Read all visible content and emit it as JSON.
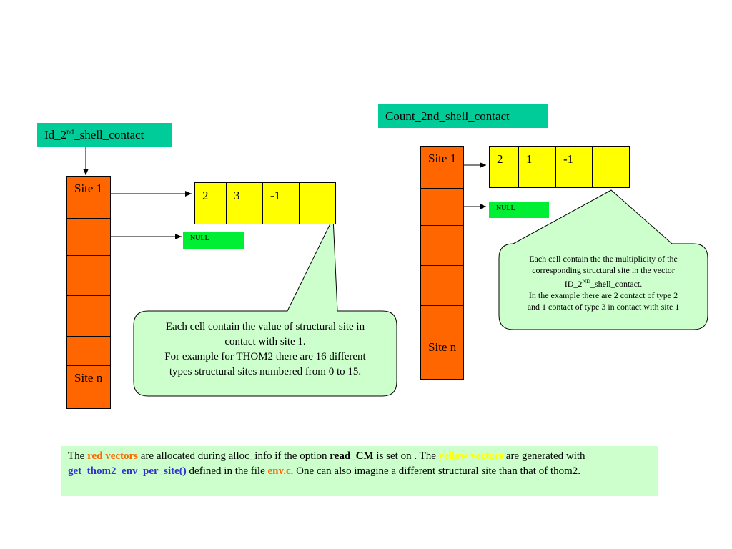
{
  "left": {
    "label_prefix": "Id_2",
    "label_sup": "nd",
    "label_suffix": "_shell_contact",
    "red_cells": [
      "Site 1",
      "",
      "",
      "",
      "",
      "Site n"
    ],
    "yellow_cells": [
      "2",
      "3",
      "-1",
      ""
    ],
    "null_label": "NULL",
    "callout_lines": [
      "Each cell contain the value of structural site in",
      "contact with site 1.",
      "For example for THOM2 there are 16 different",
      "types structural sites  numbered from 0 to 15."
    ]
  },
  "right": {
    "label": "Count_2nd_shell_contact",
    "red_cells": [
      "Site 1",
      "",
      "",
      "",
      "",
      "Site n"
    ],
    "yellow_cells": [
      "2",
      "1",
      "-1",
      ""
    ],
    "null_label": "NULL",
    "callout_line1": "Each cell contain the the multiplicity of the",
    "callout_line2": "corresponding structural site in the vector",
    "callout_line3_prefix": "ID_2",
    "callout_line3_sup": "ND",
    "callout_line3_suffix": "_shell_contact.",
    "callout_line4": "In the example there are 2 contact of type 2",
    "callout_line5": "and 1 contact of type 3 in contact with site 1"
  },
  "note": {
    "t1": "The ",
    "t2": "red vectors",
    "t3": " are allocated during alloc_info if the option  ",
    "t4": "read_CM",
    "t5": " is set on . The ",
    "t6": "yellow vectors",
    "t7": " are generated with ",
    "t8": "get_thom2_env_per_site()",
    "t9": " defined in the file ",
    "t10": "env.c",
    "t11": ". One can also imagine a different structural site than that of thom2."
  },
  "colors": {
    "label_green": "#00cc99",
    "red_vector": "#ff6600",
    "yellow_vector": "#ffff00",
    "null_green": "#00ee33",
    "callout_fill": "#ccffcc",
    "note_fill": "#ccffcc",
    "link_blue": "#3333cc"
  }
}
